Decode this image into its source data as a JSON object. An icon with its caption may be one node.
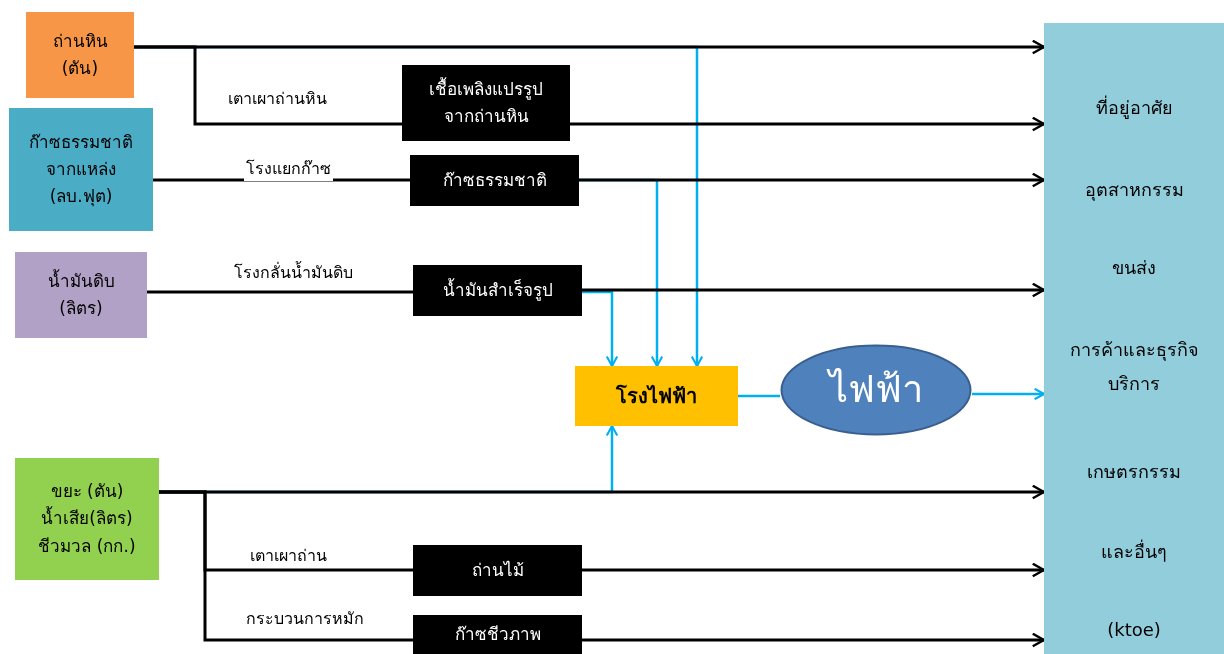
{
  "diagram": {
    "nodes": [
      {
        "text": [
          "ถ่านหิน (ตัน)"
        ]
      },
      {
        "text": [
          "ก๊าซธรรมชาติ จากแหล่ง (ลบ.ฟุต)"
        ]
      },
      {
        "text": [
          "น้ำมันดิบ (ลิตร)"
        ]
      },
      {
        "text": [
          "ขยะ (ตัน) น้ำเสีย(ลิตร) ชีวมวล (กก.)"
        ]
      },
      {
        "text": [
          "เชื้อเพลิงแปรรูป จากถ่านหิน"
        ]
      },
      {
        "text": [
          "ก๊าซธรรมชาติ"
        ]
      },
      {
        "text": [
          "น้ำมันสำเร็จรูป"
        ]
      },
      {
        "text": [
          "ถ่านไม้"
        ]
      },
      {
        "text": [
          "ก๊าซชีวภาพ"
        ]
      },
      {
        "text": [
          "โรงไฟฟ้า"
        ]
      },
      {
        "text": [
          "ไฟฟ้า"
        ]
      },
      {
        "text": [
          "ที่อยู่อาศัย",
          "อุตสาหกรรม",
          "ขนส่ง",
          "การค้าและธุรกิจบริการ",
          "เกษตรกรรม",
          "และอื่นๆ",
          "(ktoe)"
        ]
      }
    ],
    "edges": [
      {
        "from": 0,
        "to": 11,
        "arrow": "to"
      },
      {
        "from": 0,
        "to": 4,
        "arrow": "none",
        "label": "เตาเผาถ่านหิน"
      },
      {
        "from": 4,
        "to": 11,
        "arrow": "to"
      },
      {
        "from": 1,
        "to": 5,
        "arrow": "none",
        "label": "โรงแยกก๊าซ"
      },
      {
        "from": 5,
        "to": 11,
        "arrow": "to"
      },
      {
        "from": 2,
        "to": 6,
        "arrow": "none",
        "label": "โรงกลั่นน้ำมันดิบ"
      },
      {
        "from": 6,
        "to": 11,
        "arrow": "to"
      },
      {
        "from": 3,
        "to": 11,
        "arrow": "to"
      },
      {
        "from": 3,
        "to": 7,
        "arrow": "none",
        "label": "เตาเผาถ่าน"
      },
      {
        "from": 7,
        "to": 11,
        "arrow": "to"
      },
      {
        "from": 3,
        "to": 8,
        "arrow": "none",
        "label": "กระบวนการหมัก"
      },
      {
        "from": 8,
        "to": 11,
        "arrow": "to"
      },
      {
        "from": 0,
        "to": 9,
        "arrow": "to",
        "color": "#00b0f0"
      },
      {
        "from": 5,
        "to": 9,
        "arrow": "to",
        "color": "#00b0f0"
      },
      {
        "from": 6,
        "to": 9,
        "arrow": "to",
        "color": "#00b0f0"
      },
      {
        "from": 3,
        "to": 9,
        "arrow": "to",
        "color": "#00b0f0"
      },
      {
        "from": 9,
        "to": 10,
        "arrow": "none",
        "color": "#00b0f0"
      },
      {
        "from": 10,
        "to": 11,
        "arrow": "to",
        "color": "#00b0f0"
      }
    ]
  }
}
